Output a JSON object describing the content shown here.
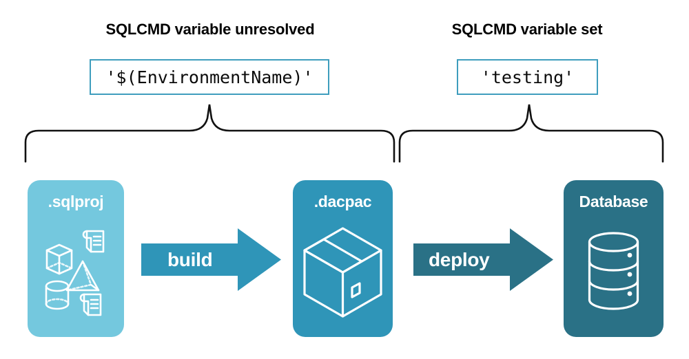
{
  "diagram": {
    "title_left": "SQLCMD variable unresolved",
    "title_right": "SQLCMD variable set",
    "code_left": "'$(EnvironmentName)'",
    "code_right": "'testing'",
    "stages": [
      {
        "label": ".sqlproj",
        "icon": "project-contents-icon",
        "fill": "#74c8de"
      },
      {
        "label": ".dacpac",
        "icon": "package-box-icon",
        "fill": "#2f95b8"
      },
      {
        "label": "Database",
        "icon": "database-cylinder-icon",
        "fill": "#2a7186"
      }
    ],
    "arrows": [
      {
        "label": "build",
        "fill": "#2f95b8"
      },
      {
        "label": "deploy",
        "fill": "#2a7186"
      }
    ],
    "colors": {
      "background": "#ffffff",
      "text": "#000000",
      "code_border": "#3e9dbd",
      "brace": "#111111",
      "sqlproj_fill": "#74c8de",
      "dacpac_fill": "#2f95b8",
      "database_fill": "#2a7186",
      "build_arrow_fill": "#2f95b8",
      "deploy_arrow_fill": "#2a7186",
      "icon_stroke": "#ffffff"
    }
  }
}
